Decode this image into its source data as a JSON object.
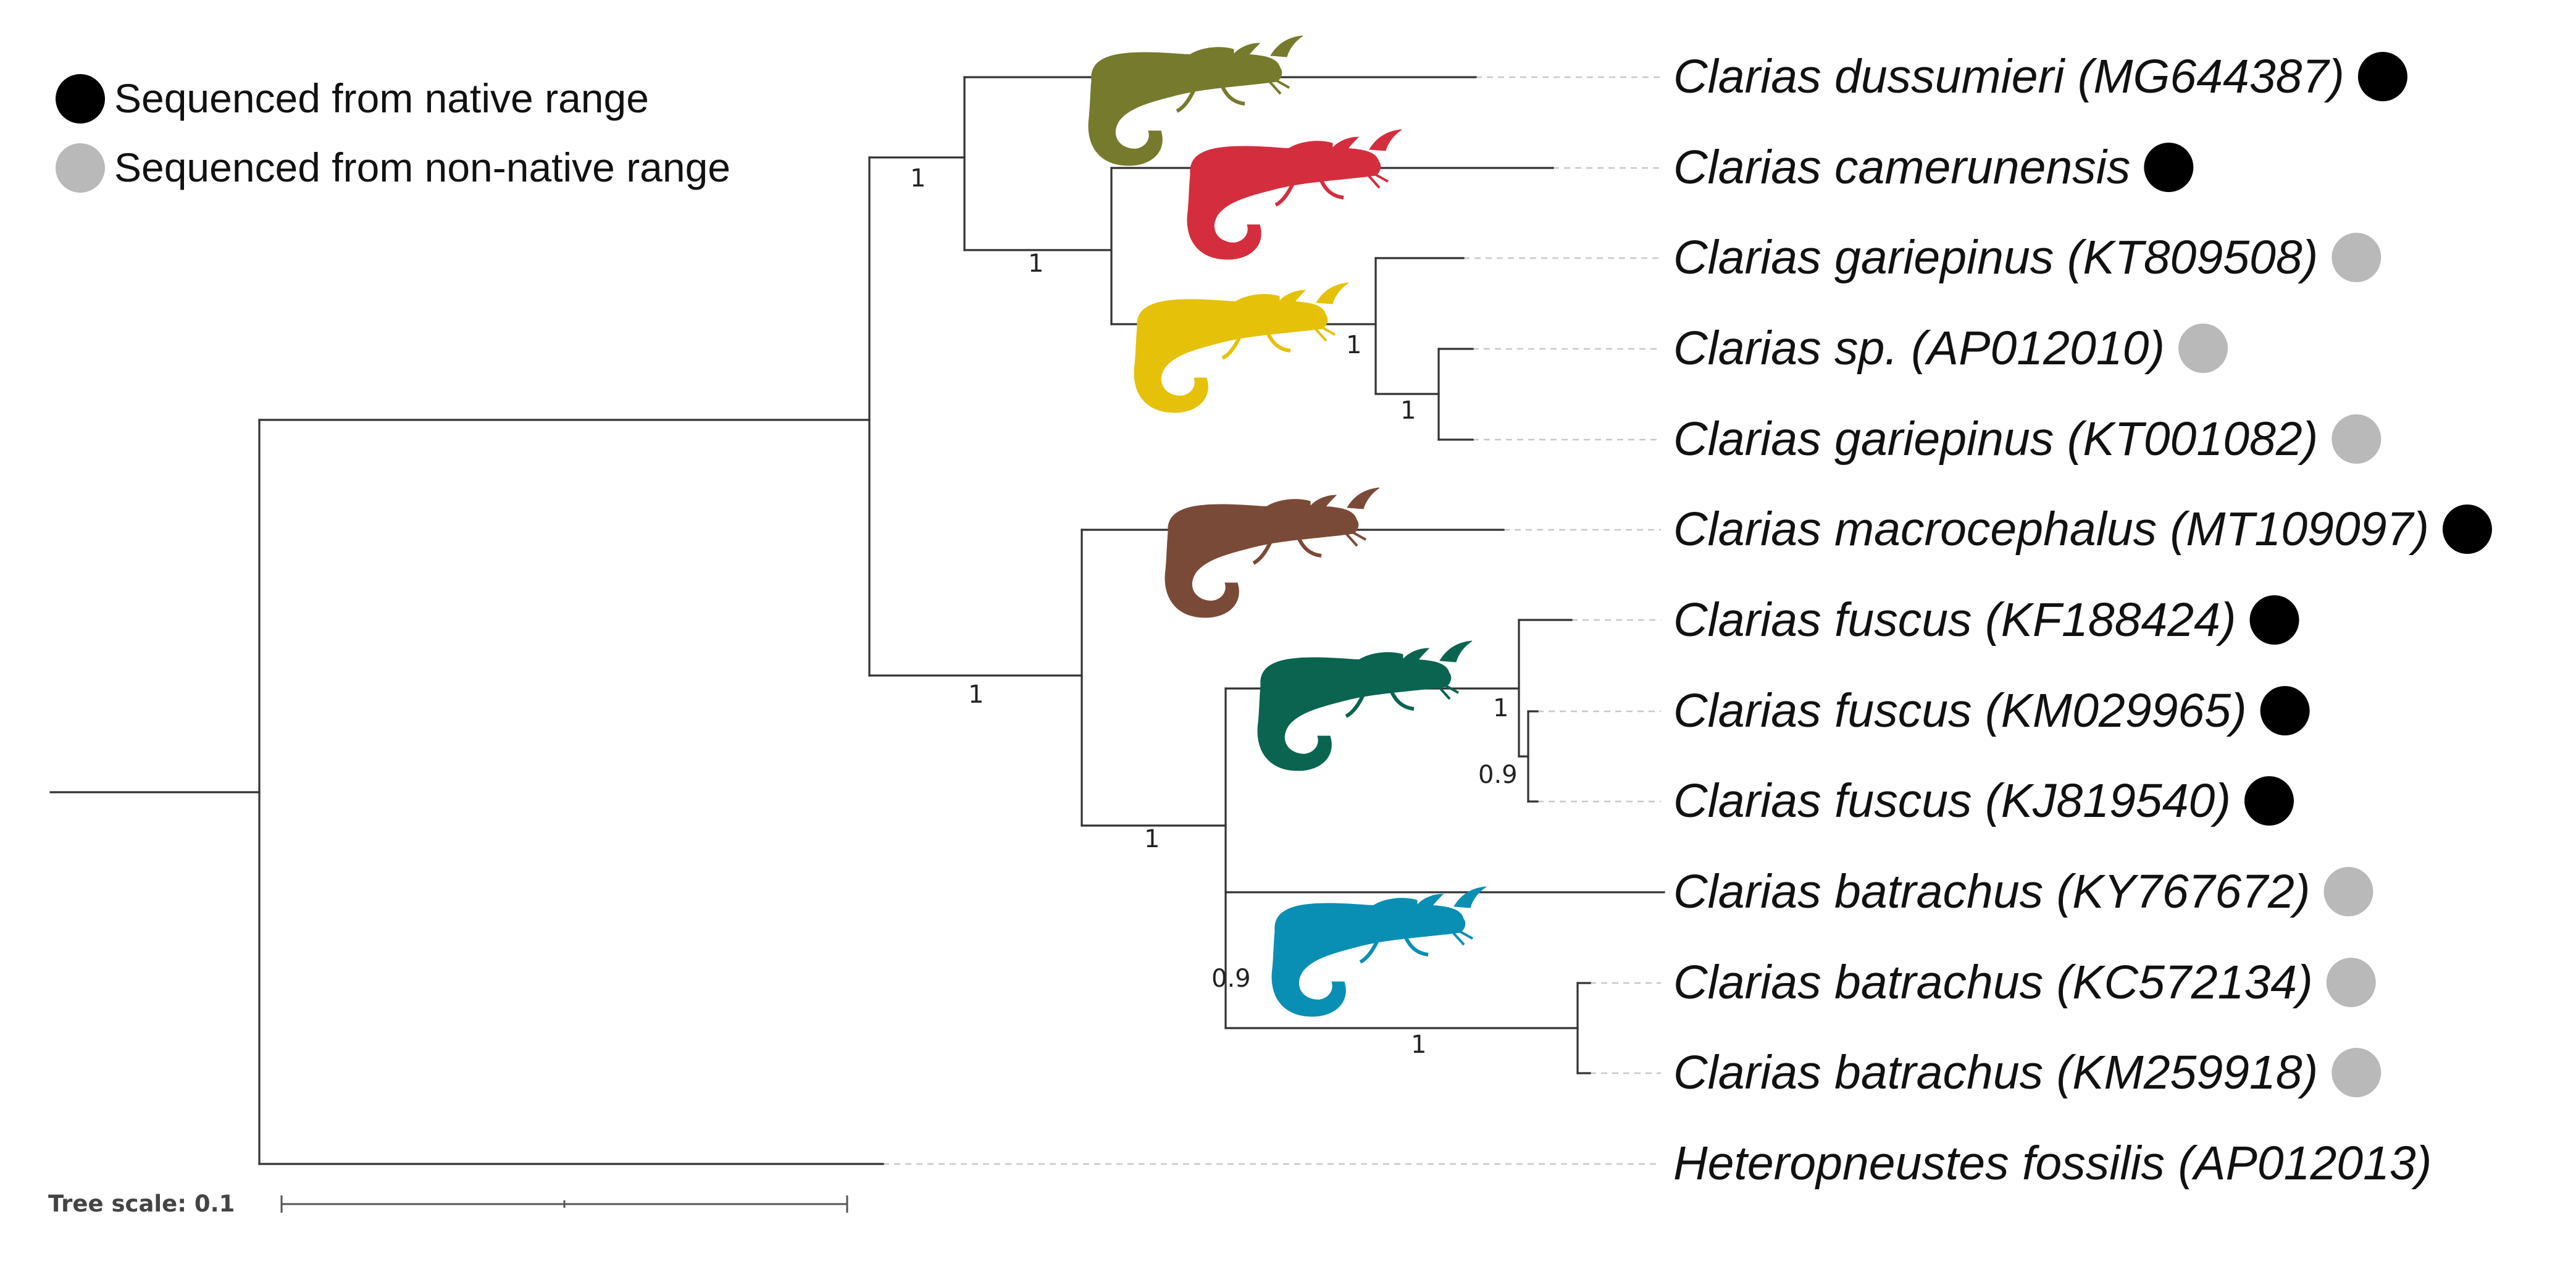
{
  "legend": [
    {
      "label": "Sequenced from native range",
      "color": "#000000"
    },
    {
      "label": "Sequenced from non-native range",
      "color": "#b9b9b9"
    }
  ],
  "taxa": [
    {
      "label": "Clarias dussumieri (MG644387)",
      "status": "native"
    },
    {
      "label": "Clarias camerunensis",
      "status": "native"
    },
    {
      "label": "Clarias gariepinus (KT809508)",
      "status": "non-native"
    },
    {
      "label": "Clarias sp. (AP012010)",
      "status": "non-native"
    },
    {
      "label": "Clarias gariepinus (KT001082)",
      "status": "non-native"
    },
    {
      "label": "Clarias macrocephalus (MT109097)",
      "status": "native"
    },
    {
      "label": "Clarias fuscus (KF188424)",
      "status": "native"
    },
    {
      "label": "Clarias fuscus (KM029965)",
      "status": "native"
    },
    {
      "label": "Clarias fuscus (KJ819540)",
      "status": "native"
    },
    {
      "label": "Clarias batrachus (KY767672)",
      "status": "non-native"
    },
    {
      "label": "Clarias batrachus (KC572134)",
      "status": "non-native"
    },
    {
      "label": "Clarias batrachus (KM259918)",
      "status": "non-native"
    },
    {
      "label": "Heteropneustes fossilis (AP012013)",
      "status": "none"
    }
  ],
  "support_values": [
    "1",
    "1",
    "1",
    "1",
    "1",
    "1",
    "1",
    "0.9",
    "0.9",
    "1"
  ],
  "scale": {
    "label": "Tree scale: 0.1"
  },
  "icons": [
    {
      "name": "catfish-icon-olive",
      "color": "#767a2c"
    },
    {
      "name": "catfish-icon-red",
      "color": "#d42e3e"
    },
    {
      "name": "catfish-icon-yellow",
      "color": "#e5c10a"
    },
    {
      "name": "catfish-icon-brown",
      "color": "#7a4a38"
    },
    {
      "name": "catfish-icon-green",
      "color": "#0a6450"
    },
    {
      "name": "catfish-icon-blue",
      "color": "#0a8fb4"
    }
  ]
}
